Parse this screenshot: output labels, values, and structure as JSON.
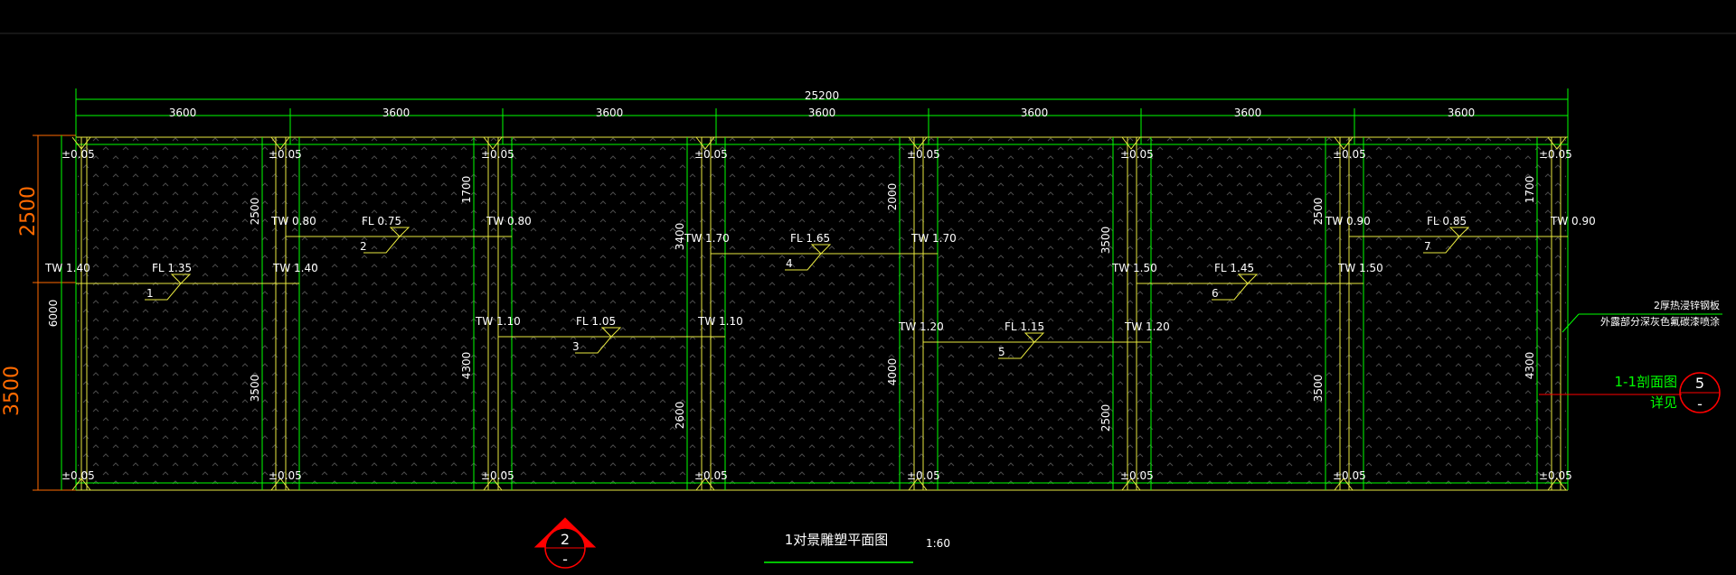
{
  "plan": {
    "overall_dimension": "25200",
    "bay_dimensions": [
      "3600",
      "3600",
      "3600",
      "3600",
      "3600",
      "3600",
      "3600"
    ],
    "outer_dimensions": [
      "2500",
      "3500"
    ],
    "left_vertical_dimension": "6000",
    "internal_vertical_dimensions": [
      "2500",
      "3500",
      "1700",
      "4300",
      "3400",
      "2600",
      "2000",
      "4000",
      "3500",
      "2500",
      "2500",
      "3500",
      "1700",
      "4300"
    ],
    "elevation_top": [
      "±0.05",
      "±0.05",
      "±0.05",
      "±0.05",
      "±0.05",
      "±0.05",
      "±0.05",
      "±0.05"
    ],
    "elevation_bottom": [
      "±0.05",
      "±0.05",
      "±0.05",
      "±0.05",
      "±0.05",
      "±0.05",
      "±0.05",
      "±0.05"
    ],
    "bays": [
      {
        "number": "1",
        "fl": "FL 1.35",
        "tw_left": "TW 1.40",
        "tw_right": "TW 1.40"
      },
      {
        "number": "2",
        "fl": "FL 0.75",
        "tw_left": "TW 0.80",
        "tw_right": "TW 0.80"
      },
      {
        "number": "3",
        "fl": "FL 1.05",
        "tw_left": "TW 1.10",
        "tw_right": "TW 1.10"
      },
      {
        "number": "4",
        "fl": "FL 1.65",
        "tw_left": "TW 1.70",
        "tw_right": "TW 1.70"
      },
      {
        "number": "5",
        "fl": "FL 1.15",
        "tw_left": "TW 1.20",
        "tw_right": "TW 1.20"
      },
      {
        "number": "6",
        "fl": "FL 1.45",
        "tw_left": "TW 1.50",
        "tw_right": "TW 1.50"
      },
      {
        "number": "7",
        "fl": "FL 0.85",
        "tw_left": "TW 0.90",
        "tw_right": "TW 0.90"
      }
    ],
    "note_line1": "2厚热浸锌钢板",
    "note_line2": "外露部分深灰色氟碳漆喷涂",
    "section_ref_line1": "1-1剖面图",
    "section_ref_line2": "详见",
    "section_badge_top": "5",
    "section_badge_bottom": "-",
    "title_badge_top": "2",
    "title_badge_bottom": "-",
    "drawing_title": "1对景雕塑平面图",
    "scale": "1:60"
  },
  "colors": {
    "background": "#000000",
    "wall_green": "#00ff00",
    "wall_yellow": "#e8e840",
    "dimension": "#ffffff",
    "outer_dimension": "#ff6a00",
    "marker_red": "#ff0000",
    "hatch": "#4a4a4a"
  }
}
